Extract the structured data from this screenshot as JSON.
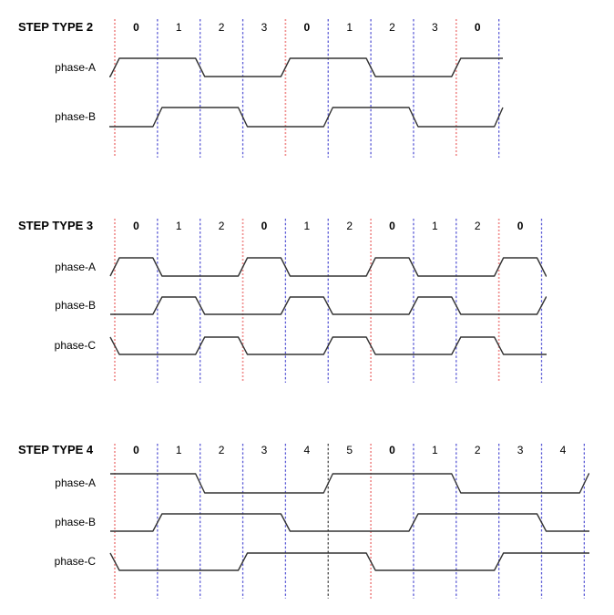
{
  "colors": {
    "background": "#ffffff",
    "waveform": "#333333",
    "text": "#000000",
    "boundary_palette": {
      "red": "#f09090",
      "blue": "#5b5bd6",
      "black": "#4a4a4a"
    }
  },
  "sections": [
    {
      "title": "STEP TYPE 2",
      "steps": [
        "0",
        "1",
        "2",
        "3",
        "0",
        "1",
        "2",
        "3",
        "0"
      ],
      "steps_bold": [
        true,
        false,
        false,
        false,
        true,
        false,
        false,
        false,
        true
      ],
      "boundary_colors": [
        "red",
        "blue",
        "blue",
        "blue",
        "red",
        "blue",
        "blue",
        "blue",
        "red",
        "blue"
      ],
      "phases": [
        {
          "label": "phase-A",
          "lead": 0,
          "levels": [
            1,
            1,
            0,
            0,
            1,
            1,
            0,
            0,
            1
          ],
          "tail": 1
        },
        {
          "label": "phase-B",
          "lead": 0,
          "levels": [
            0,
            1,
            1,
            0,
            0,
            1,
            1,
            0,
            0
          ],
          "tail": 1
        }
      ]
    },
    {
      "title": "STEP TYPE 3",
      "steps": [
        "0",
        "1",
        "2",
        "0",
        "1",
        "2",
        "0",
        "1",
        "2",
        "0"
      ],
      "steps_bold": [
        true,
        false,
        false,
        true,
        false,
        false,
        true,
        false,
        false,
        true
      ],
      "boundary_colors": [
        "red",
        "blue",
        "blue",
        "red",
        "blue",
        "blue",
        "red",
        "blue",
        "blue",
        "red",
        "blue"
      ],
      "phases": [
        {
          "label": "phase-A",
          "lead": 0,
          "levels": [
            1,
            0,
            0,
            1,
            0,
            0,
            1,
            0,
            0,
            1
          ],
          "tail": 0
        },
        {
          "label": "phase-B",
          "lead": 0,
          "levels": [
            0,
            1,
            0,
            0,
            1,
            0,
            0,
            1,
            0,
            0
          ],
          "tail": 1
        },
        {
          "label": "phase-C",
          "lead": 1,
          "levels": [
            0,
            0,
            1,
            0,
            0,
            1,
            0,
            0,
            1,
            0
          ],
          "tail": 0
        }
      ]
    },
    {
      "title": "STEP TYPE 4",
      "steps": [
        "0",
        "1",
        "2",
        "3",
        "4",
        "5",
        "0",
        "1",
        "2",
        "3",
        "4"
      ],
      "steps_bold": [
        true,
        false,
        false,
        false,
        false,
        false,
        true,
        false,
        false,
        false,
        false
      ],
      "boundary_colors": [
        "red",
        "blue",
        "blue",
        "blue",
        "blue",
        "black",
        "red",
        "blue",
        "blue",
        "blue",
        "blue",
        "blue"
      ],
      "phases": [
        {
          "label": "phase-A",
          "lead": 1,
          "levels": [
            1,
            1,
            0,
            0,
            0,
            1,
            1,
            1,
            0,
            0,
            0
          ],
          "tail": 1
        },
        {
          "label": "phase-B",
          "lead": 0,
          "levels": [
            0,
            1,
            1,
            1,
            0,
            0,
            0,
            1,
            1,
            1,
            0
          ],
          "tail": 0
        },
        {
          "label": "phase-C",
          "lead": 1,
          "levels": [
            0,
            0,
            0,
            1,
            1,
            1,
            0,
            0,
            0,
            1,
            1
          ],
          "tail": 1
        }
      ]
    }
  ]
}
